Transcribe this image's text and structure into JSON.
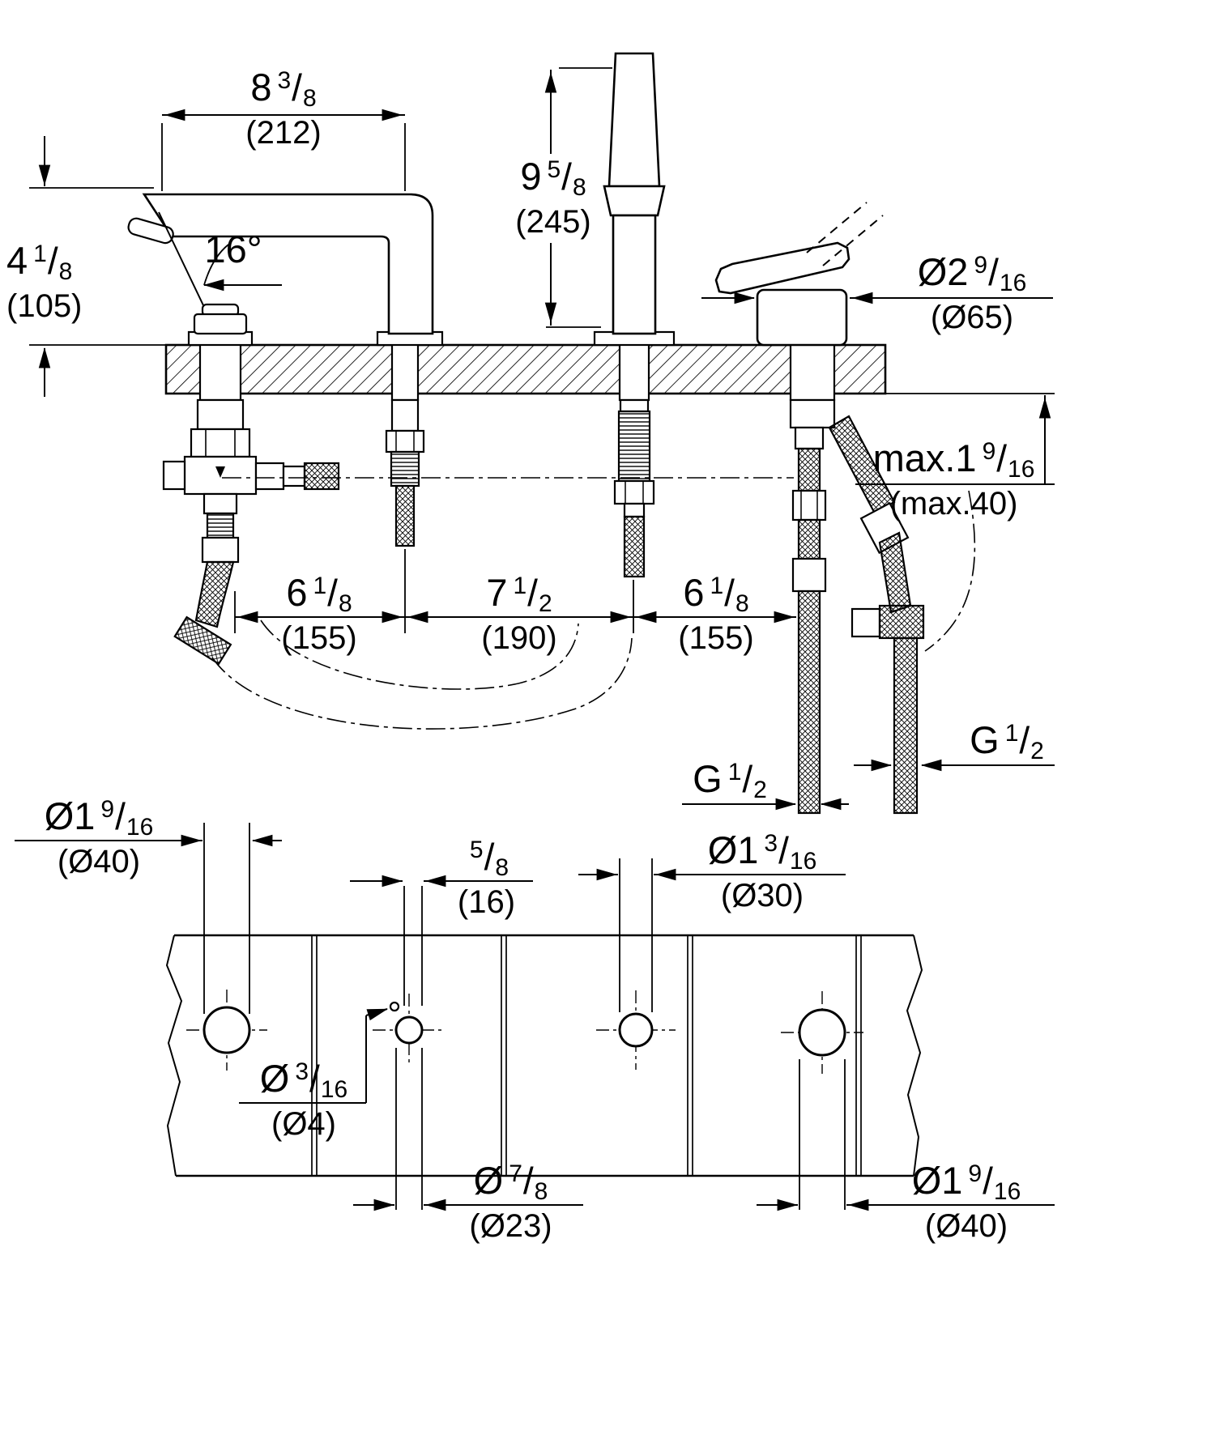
{
  "drawing": {
    "kind": "bath-mixer-4-hole-dimensional-drawing",
    "line_color": "#000000",
    "background": "#ffffff"
  },
  "dims": {
    "spout_reach": {
      "prefix": "8",
      "num": "3",
      "den": "8",
      "metric": "(212)"
    },
    "spout_angle": {
      "value": "16°"
    },
    "spout_height": {
      "prefix": "4",
      "num": "1",
      "den": "8",
      "metric": "(105)"
    },
    "handshower_height": {
      "prefix": "9",
      "num": "5",
      "den": "8",
      "metric": "(245)"
    },
    "handle_diameter": {
      "prefix": "Ø2",
      "num": "9",
      "den": "16",
      "metric": "(Ø65)"
    },
    "max_deck_thickness": {
      "prefix": "max.1",
      "num": "9",
      "den": "16",
      "metric": "(max.40)"
    },
    "spacing_left": {
      "prefix": "6",
      "num": "1",
      "den": "8",
      "metric": "(155)"
    },
    "spacing_center": {
      "prefix": "7",
      "num": "1",
      "den": "2",
      "metric": "(190)"
    },
    "spacing_right": {
      "prefix": "6",
      "num": "1",
      "den": "8",
      "metric": "(155)"
    },
    "thread_left": {
      "prefix": "G",
      "num": "1",
      "den": "2"
    },
    "thread_right": {
      "prefix": "G",
      "num": "1",
      "den": "2"
    },
    "hole1_diameter": {
      "prefix": "Ø1",
      "num": "9",
      "den": "16",
      "metric": "(Ø40)"
    },
    "hole2_offset": {
      "prefix": "",
      "num": "5",
      "den": "8",
      "metric": "(16)"
    },
    "hole3_diameter": {
      "prefix": "Ø1",
      "num": "3",
      "den": "16",
      "metric": "(Ø30)"
    },
    "pin_hole_diameter": {
      "prefix": "Ø",
      "num": "3",
      "den": "16",
      "metric": "(Ø4)"
    },
    "hole2_diameter": {
      "prefix": "Ø",
      "num": "7",
      "den": "8",
      "metric": "(Ø23)"
    },
    "hole4_diameter": {
      "prefix": "Ø1",
      "num": "9",
      "den": "16",
      "metric": "(Ø40)"
    }
  }
}
